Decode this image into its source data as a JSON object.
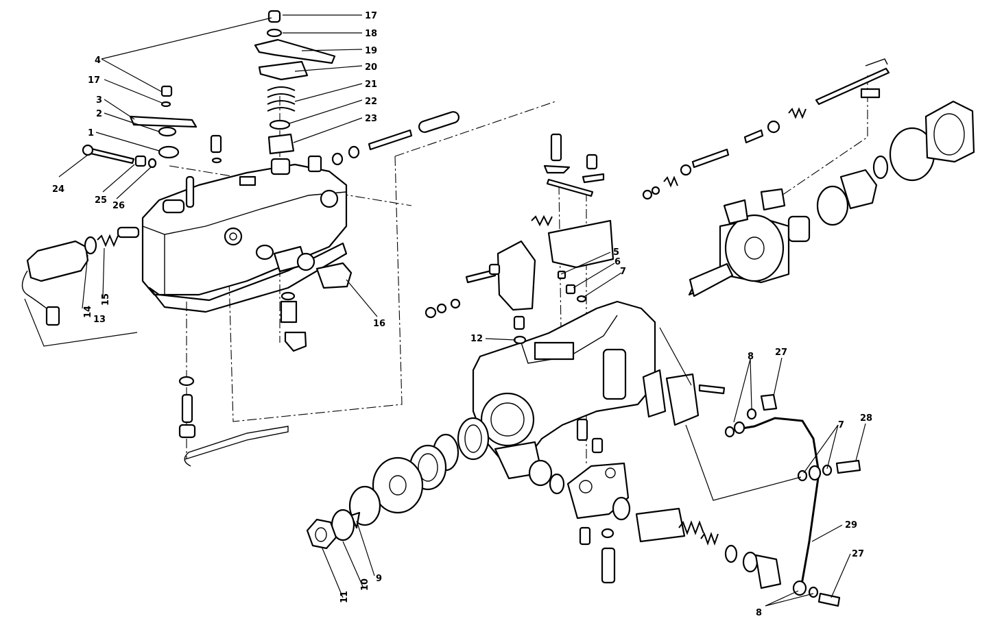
{
  "callouts": [
    {
      "id": "c1",
      "text": "1"
    },
    {
      "id": "c2",
      "text": "2"
    },
    {
      "id": "c3",
      "text": "3"
    },
    {
      "id": "c4",
      "text": "4"
    },
    {
      "id": "c5",
      "text": "5"
    },
    {
      "id": "c6",
      "text": "6"
    },
    {
      "id": "c7a",
      "text": "7"
    },
    {
      "id": "c7b",
      "text": "7"
    },
    {
      "id": "c8a",
      "text": "8"
    },
    {
      "id": "c8b",
      "text": "8"
    },
    {
      "id": "c9",
      "text": "9"
    },
    {
      "id": "c10",
      "text": "10"
    },
    {
      "id": "c11",
      "text": "11"
    },
    {
      "id": "c12",
      "text": "12"
    },
    {
      "id": "c13",
      "text": "13"
    },
    {
      "id": "c14",
      "text": "14"
    },
    {
      "id": "c15",
      "text": "15"
    },
    {
      "id": "c16",
      "text": "16"
    },
    {
      "id": "c17a",
      "text": "17"
    },
    {
      "id": "c17b",
      "text": "17"
    },
    {
      "id": "c18",
      "text": "18"
    },
    {
      "id": "c19",
      "text": "19"
    },
    {
      "id": "c20",
      "text": "20"
    },
    {
      "id": "c21",
      "text": "21"
    },
    {
      "id": "c22",
      "text": "22"
    },
    {
      "id": "c23",
      "text": "23"
    },
    {
      "id": "c24",
      "text": "24"
    },
    {
      "id": "c25",
      "text": "25"
    },
    {
      "id": "c26",
      "text": "26"
    },
    {
      "id": "c27a",
      "text": "27"
    },
    {
      "id": "c27b",
      "text": "27"
    },
    {
      "id": "c28",
      "text": "28"
    },
    {
      "id": "c29",
      "text": "29"
    }
  ],
  "colors": {
    "ink": "#000000",
    "paper": "#ffffff"
  }
}
